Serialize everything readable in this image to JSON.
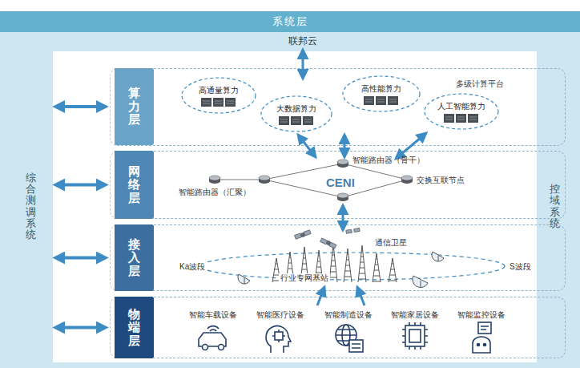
{
  "diagram": {
    "nodes": [
      {
        "text": [
          "系统层"
        ]
      },
      {
        "text": [
          "综合测调系统"
        ],
        "in": 0
      },
      {
        "text": [
          "控域系统"
        ],
        "in": 0
      },
      {
        "text": [
          "算力层"
        ],
        "in": 0
      },
      {
        "text": [
          "多级计算平台"
        ],
        "in": 0
      },
      {
        "text": [
          "高通量算力"
        ],
        "in": 4
      },
      {
        "text": [
          "大数据算力"
        ],
        "in": 4
      },
      {
        "text": [
          "高性能算力"
        ],
        "in": 4
      },
      {
        "text": [
          "人工智能算力"
        ],
        "in": 4
      },
      {
        "text": [
          "网络层"
        ],
        "in": 0
      },
      {
        "text": [
          "接入层"
        ],
        "in": 0
      },
      {
        "text": [
          "物端层"
        ],
        "in": 0
      }
    ],
    "edges": [
      {
        "from": 1,
        "to": 3,
        "arrow": "both"
      },
      {
        "from": 1,
        "to": 9,
        "arrow": "both"
      },
      {
        "from": 1,
        "to": 10,
        "arrow": "both"
      },
      {
        "from": 1,
        "to": 11,
        "arrow": "both"
      }
    ],
    "labels": [
      "联邦云",
      "智能路由器（骨干）",
      "智能路由器（汇聚）",
      "CENI",
      "交换互联节点",
      "通信卫星",
      "Ka波段",
      "行业专网基站",
      "S波段",
      "智能车载设备",
      "智能医疗设备",
      "智能制造设备",
      "智能家居设备",
      "智能监控设备"
    ]
  }
}
